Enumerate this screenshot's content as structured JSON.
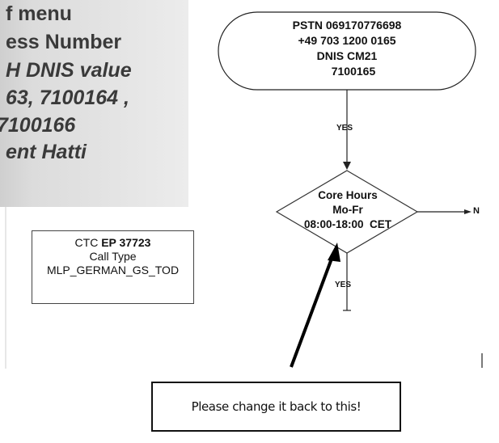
{
  "left_panel": {
    "lines": [
      "f menu",
      "ess Number",
      "H DNIS value",
      "63, 7100164 ,",
      "7100166",
      "ent Hatti"
    ]
  },
  "ctc_box": {
    "line1_prefix": "CTC ",
    "line1_bold": "EP 37723",
    "line2": "Call Type",
    "line3": "MLP_GERMAN_GS_TOD"
  },
  "pstn_terminator": {
    "lines": [
      "PSTN 069170776698",
      "+49 703 1200 0165",
      "DNIS CM21",
      "7100165"
    ]
  },
  "decision": {
    "lines": [
      "Core Hours",
      "Mo-Fr",
      "08:00-18:00  CET"
    ]
  },
  "connector_labels": {
    "yes_top": "YES",
    "yes_bottom": "YES",
    "no_right": "N"
  },
  "note": {
    "text": "Please change it back to this!"
  }
}
